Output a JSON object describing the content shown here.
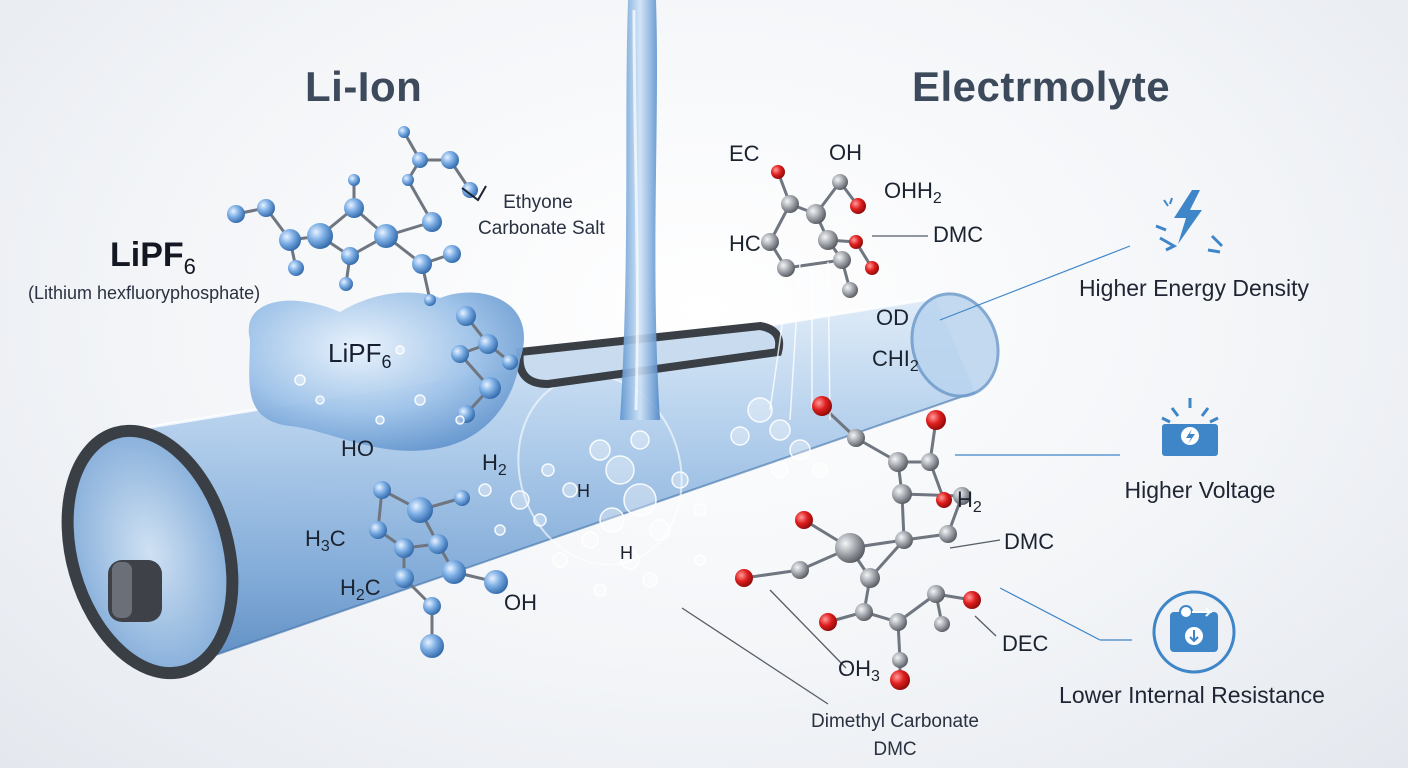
{
  "titles": {
    "left": "Li-Ion",
    "right": "Electrmolyte"
  },
  "salt": {
    "formula": "LiPF",
    "subscript": "6",
    "fullname": "(Lithium hexfluoryphosphate)",
    "blob_formula": "LiPF",
    "blob_subscript": "6"
  },
  "callouts": {
    "ethyone_line1": "Ethyone",
    "ethyone_line2": "Carbonate Salt",
    "dmc_top": "DMC",
    "dmc_mid": "DMC",
    "dec": "DEC",
    "dimethyl_line1": "Dimethyl Carbonate",
    "dimethyl_line2": "DMC"
  },
  "molecule_labels": {
    "ec": "EC",
    "oh_top": "OH",
    "ohh": "OHH",
    "ohh_sub": "2",
    "hc": "HC",
    "od": "OD",
    "chi": "CHI",
    "chi_sub": "2",
    "ho": "HO",
    "h2": "H",
    "h2_sub": "2",
    "h3c": "H",
    "h3c_sub": "3",
    "h3c_c": "C",
    "h2c": "H",
    "h2c_sub": "2",
    "h2c_c": "C",
    "oh_low": "OH",
    "h_a": "H",
    "h_b": "H",
    "h2_right": "H",
    "h2_right_sub": "2",
    "oh3": "OH",
    "oh3_sub": "3"
  },
  "features": [
    {
      "label": "Higher Energy Density",
      "icon": "lightning-icon"
    },
    {
      "label": "Higher Voltage",
      "icon": "voltage-battery-icon"
    },
    {
      "label": "Lower Internal Resistance",
      "icon": "resistance-gauge-icon"
    }
  ],
  "colors": {
    "accent": "#3f86c8",
    "oxygen": "#e01e1e",
    "carbon": "#8c9096",
    "glass": "#9cc2e6"
  }
}
